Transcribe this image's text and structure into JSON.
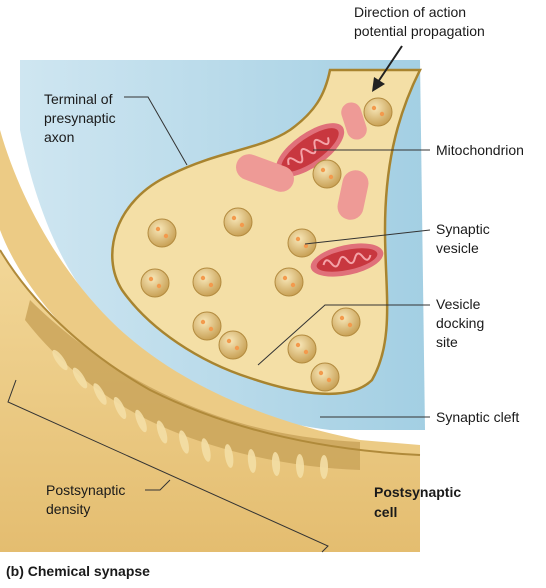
{
  "labels": {
    "direction_line1": "Direction of action",
    "direction_line2": "potential propagation",
    "terminal_line1": "Terminal of",
    "terminal_line2": "presynaptic",
    "terminal_line3": "axon",
    "mitochondrion": "Mitochondrion",
    "synaptic_vesicle_line1": "Synaptic",
    "synaptic_vesicle_line2": "vesicle",
    "docking_line1": "Vesicle",
    "docking_line2": "docking",
    "docking_line3": "site",
    "synaptic_cleft": "Synaptic cleft",
    "postsynaptic_density_line1": "Postsynaptic",
    "postsynaptic_density_line2": "density",
    "postsynaptic_cell_line1": "Postsynaptic",
    "postsynaptic_cell_line2": "cell",
    "caption": "(b) Chemical synapse"
  },
  "colors": {
    "cleft_blue": "#a9d3e6",
    "terminal_cream": "#f4dfa6",
    "terminal_edge": "#a8842f",
    "post_cell_tan": "#e7c47a",
    "density_dark": "#c9a45a",
    "vesicle_fill": "#e9cf8e",
    "vesicle_dot": "#f39a4d",
    "mito_pink": "#e88a8a",
    "mito_red": "#c8373f"
  }
}
